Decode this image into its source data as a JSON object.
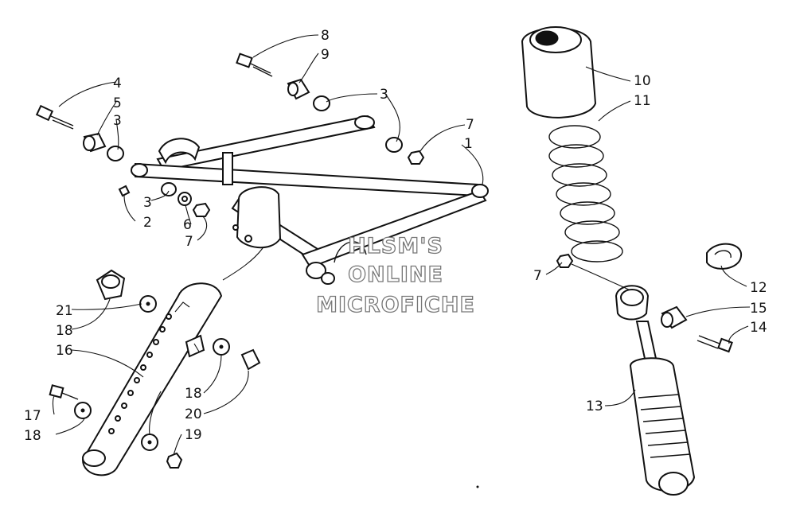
{
  "callouts": {
    "c8": "8",
    "c9": "9",
    "c3_top": "3",
    "c4": "4",
    "c5": "5",
    "c3_left": "3",
    "c7_top": "7",
    "c1": "1",
    "c3_mid": "3",
    "c2": "2",
    "c6": "6",
    "c7_mid": "7",
    "c10": "10",
    "c11": "11",
    "c7_right": "7",
    "c12": "12",
    "c15": "15",
    "c14": "14",
    "c13": "13",
    "c21": "21",
    "c18_a": "18",
    "c16": "16",
    "c18_b": "18",
    "c20": "20",
    "c17": "17",
    "c18_c": "18",
    "c19": "19"
  },
  "watermark": {
    "line1": "HLSM'S",
    "line2": "ONLINE",
    "line3": "MICROFICHE"
  }
}
